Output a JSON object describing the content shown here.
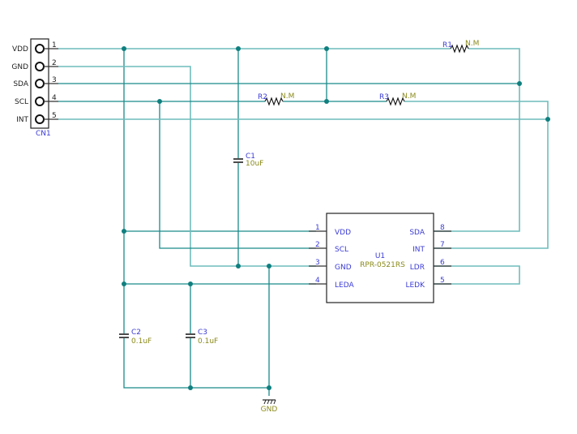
{
  "connector": {
    "ref": "CN1",
    "pins": [
      {
        "num": "1",
        "name": "VDD"
      },
      {
        "num": "2",
        "name": "GND"
      },
      {
        "num": "3",
        "name": "SDA"
      },
      {
        "num": "4",
        "name": "SCL"
      },
      {
        "num": "5",
        "name": "INT"
      }
    ]
  },
  "ic": {
    "ref": "U1",
    "part": "RPR-0521RS",
    "left_pins": [
      {
        "num": "1",
        "name": "VDD"
      },
      {
        "num": "2",
        "name": "SCL"
      },
      {
        "num": "3",
        "name": "GND"
      },
      {
        "num": "4",
        "name": "LEDA"
      }
    ],
    "right_pins": [
      {
        "num": "8",
        "name": "SDA"
      },
      {
        "num": "7",
        "name": "INT"
      },
      {
        "num": "6",
        "name": "LDR"
      },
      {
        "num": "5",
        "name": "LEDK"
      }
    ]
  },
  "resistors": [
    {
      "ref": "R1",
      "value": "N.M"
    },
    {
      "ref": "R2",
      "value": "N.M"
    },
    {
      "ref": "R3",
      "value": "N.M"
    }
  ],
  "capacitors": [
    {
      "ref": "C1",
      "value": "10uF"
    },
    {
      "ref": "C2",
      "value": "0.1uF"
    },
    {
      "ref": "C3",
      "value": "0.1uF"
    }
  ],
  "ground": {
    "label": "GND"
  },
  "colors": {
    "wire": "#1a8a8a",
    "ref_text": "#3b3bd6",
    "value_text": "#8a8a1a"
  }
}
